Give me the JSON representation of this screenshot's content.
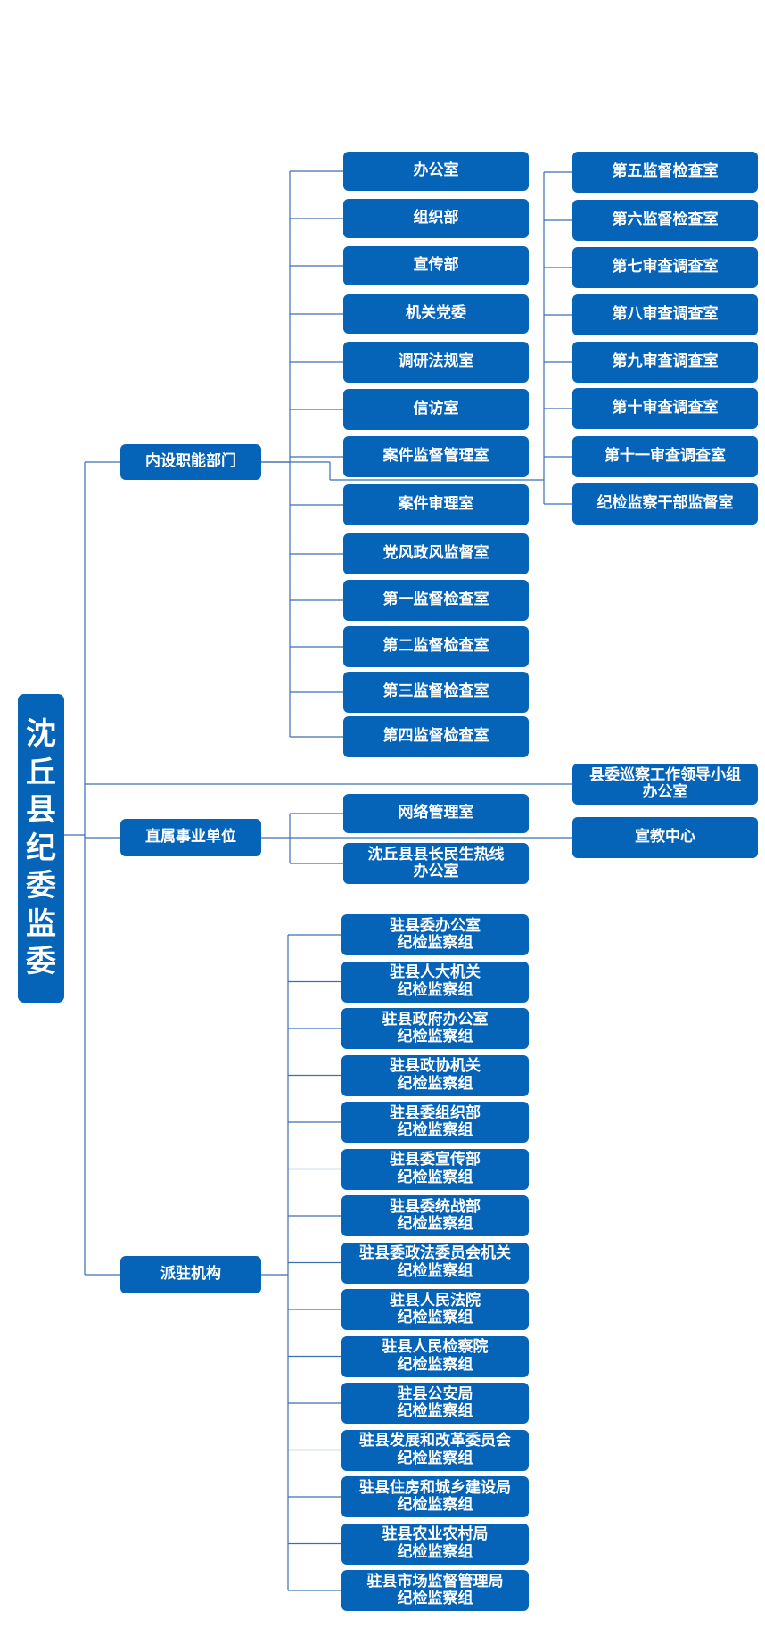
{
  "root": {
    "label": "沈\n丘\n县\n纪\n委\n监\n委"
  },
  "categories": [
    {
      "label": "内设职能部门"
    },
    {
      "label": "直属事业单位"
    },
    {
      "label": "派驻机构"
    }
  ],
  "internal_departments": [
    "办公室",
    "组织部",
    "宣传部",
    "机关党委",
    "调研法规室",
    "信访室",
    "案件监督管理室",
    "案件审理室",
    "党风政风监督室",
    "第一监督检查室",
    "第二监督检查室",
    "第三监督检查室",
    "第四监督检查室",
    "第五监督检查室",
    "第六监督检查室",
    "第七审查调查室",
    "第八审查调查室",
    "第九审查调查室",
    "第十审查调查室",
    "第十一审查调查室",
    "纪检监察干部监督室"
  ],
  "direct_units": [
    "网络管理室",
    "沈丘县县长民生热线\n办公室",
    "宣教中心"
  ],
  "inspection_group": "县委巡察工作领导小组\n办公室",
  "dispatched_agencies": [
    "驻县委办公室\n纪检监察组",
    "驻县人大机关\n纪检监察组",
    "驻县政府办公室\n纪检监察组",
    "驻县政协机关\n纪检监察组",
    "驻县委组织部\n纪检监察组",
    "驻县委宣传部\n纪检监察组",
    "驻县委统战部\n纪检监察组",
    "驻县委政法委员会机关\n纪检监察组",
    "驻县人民法院\n纪检监察组",
    "驻县人民检察院\n纪检监察组",
    "驻县公安局\n纪检监察组",
    "驻县发展和改革委员会\n纪检监察组",
    "驻县住房和城乡建设局\n纪检监察组",
    "驻县农业农村局\n纪检监察组",
    "驻县市场监督管理局\n纪检监察组"
  ],
  "colors": {
    "box": "#0563b8",
    "text": "#ffffff",
    "line": "#3a6fb0"
  }
}
